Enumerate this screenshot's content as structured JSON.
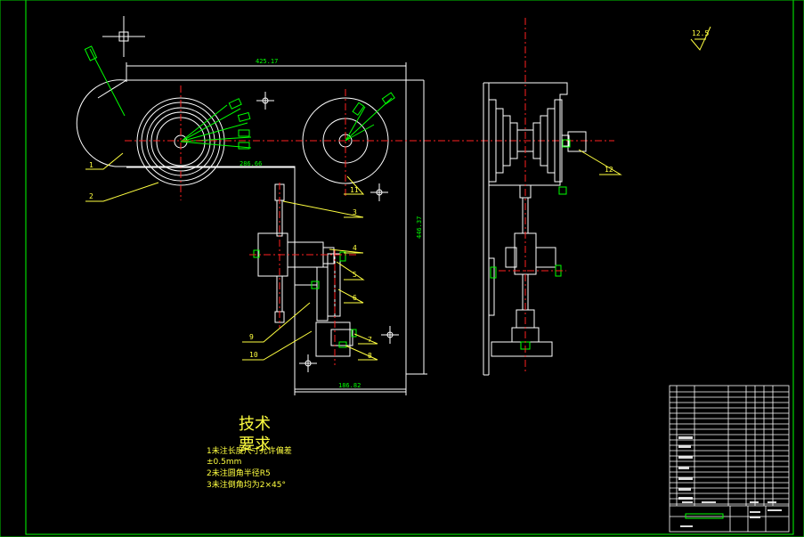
{
  "dimensions": {
    "top_width": "425.17",
    "inner_width": "286.66",
    "height": "446.37",
    "bottom_width": "186.82"
  },
  "callouts": [
    "1",
    "2",
    "3",
    "4",
    "5",
    "6",
    "7",
    "8",
    "9",
    "10",
    "11",
    "12"
  ],
  "roughness": "12.5",
  "tech_requirements": {
    "title_line1": "技术",
    "title_line2": "要求",
    "notes": [
      "1未注长度尺寸允许偏差",
      "±0.5mm",
      "2未注圆角半径R5",
      "3未注倒角均为2×45°"
    ]
  },
  "colors": {
    "background": "#000000",
    "outline": "#ffffff",
    "centerline": "#ff2020",
    "green": "#00ff00",
    "yellow": "#ffff40"
  }
}
